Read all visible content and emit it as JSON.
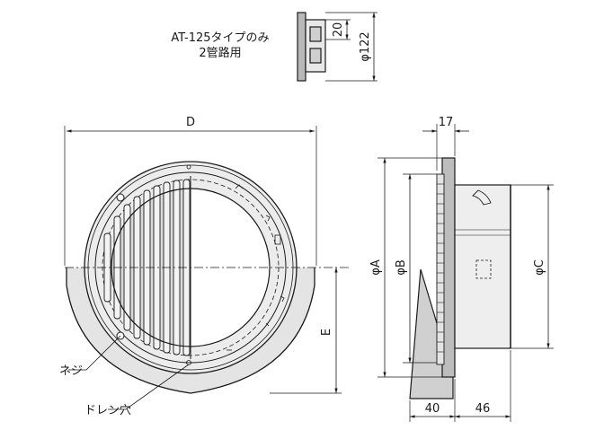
{
  "note": {
    "line1": "AT-125タイプのみ",
    "line2": "2管路用"
  },
  "dimensions": {
    "top_20": "20",
    "top_phi122": "φ122",
    "D": "D",
    "E": "E",
    "d17": "17",
    "phiA": "φA",
    "phiB": "φB",
    "phiC": "φC",
    "d40": "40",
    "d46": "46"
  },
  "callouts": {
    "screw": "ネジ",
    "drain": "ドレン穴"
  }
}
